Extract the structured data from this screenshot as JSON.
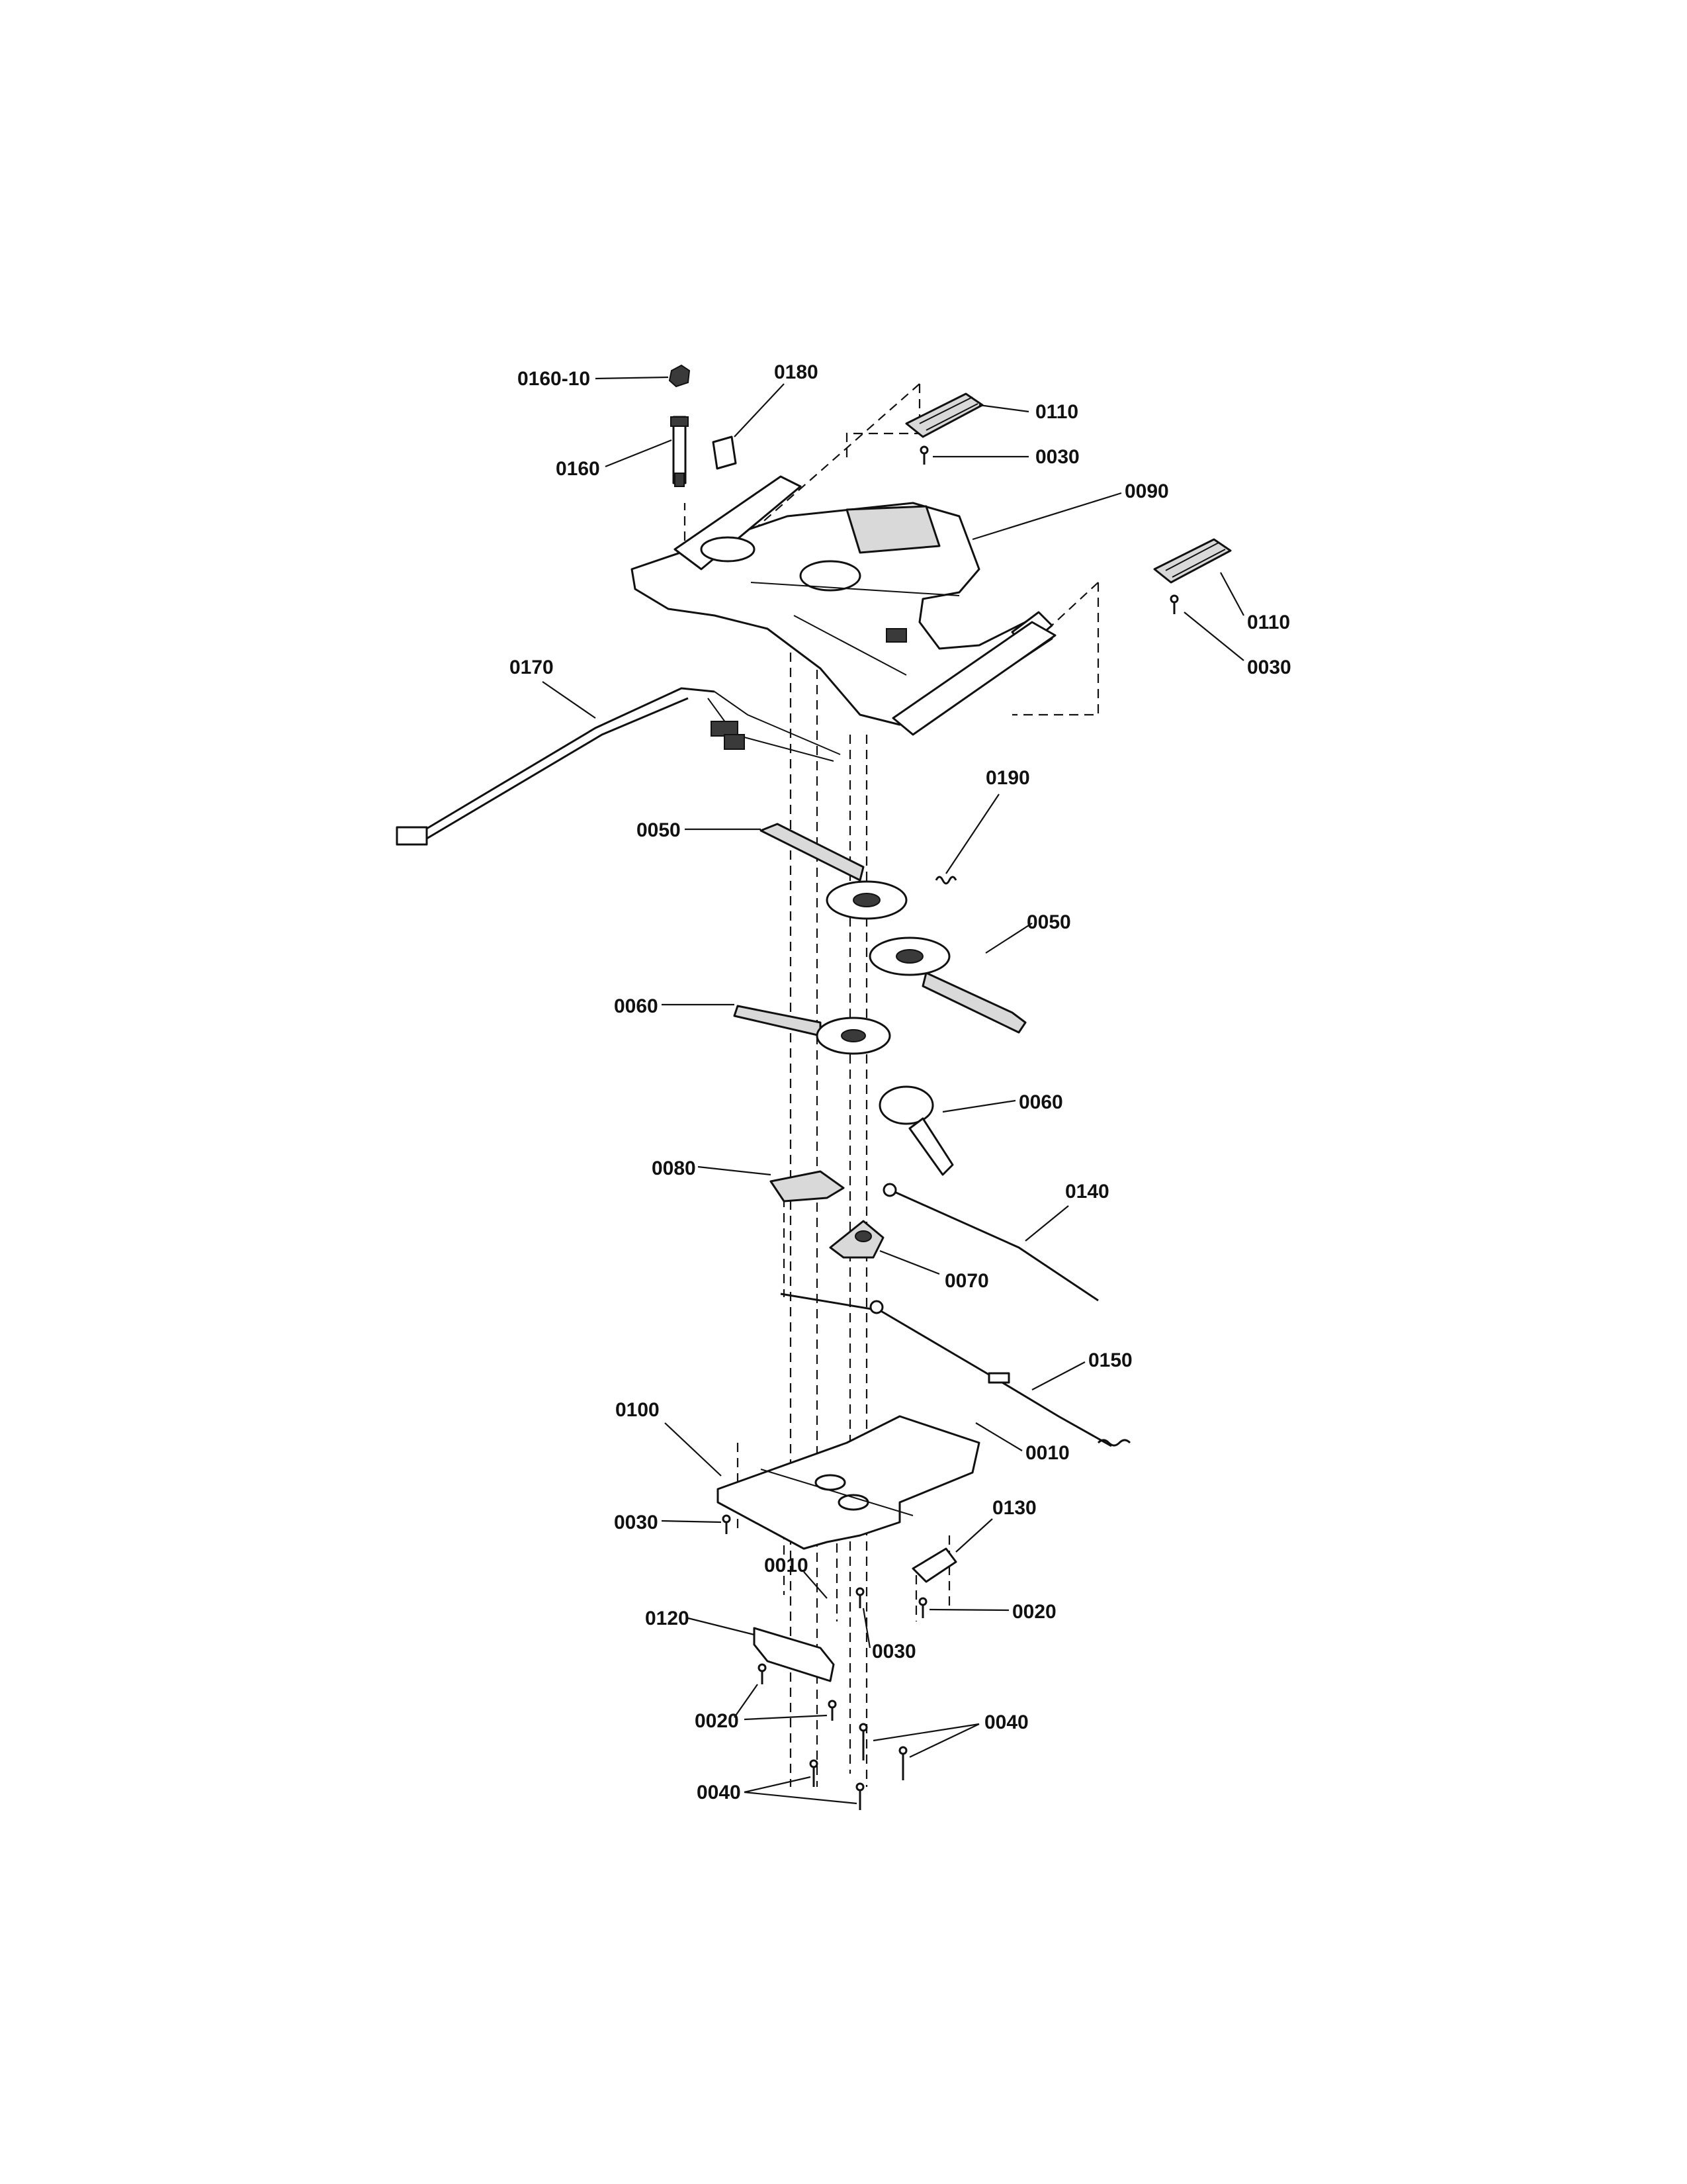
{
  "labels": [
    {
      "key": "l1",
      "text": "0160-10"
    },
    {
      "key": "l2",
      "text": "0180"
    },
    {
      "key": "l3",
      "text": "0110"
    },
    {
      "key": "l4",
      "text": "0030"
    },
    {
      "key": "l5",
      "text": "0160"
    },
    {
      "key": "l6",
      "text": "0090"
    },
    {
      "key": "l7",
      "text": "0110"
    },
    {
      "key": "l8",
      "text": "0030"
    },
    {
      "key": "l9",
      "text": "0170"
    },
    {
      "key": "l10",
      "text": "0190"
    },
    {
      "key": "l11",
      "text": "0050"
    },
    {
      "key": "l12",
      "text": "0050"
    },
    {
      "key": "l13",
      "text": "0060"
    },
    {
      "key": "l14",
      "text": "0060"
    },
    {
      "key": "l15",
      "text": "0140"
    },
    {
      "key": "l16",
      "text": "0080"
    },
    {
      "key": "l17",
      "text": "0070"
    },
    {
      "key": "l18",
      "text": "0150"
    },
    {
      "key": "l19",
      "text": "0100"
    },
    {
      "key": "l20",
      "text": "0010"
    },
    {
      "key": "l21",
      "text": "0130"
    },
    {
      "key": "l22",
      "text": "0030"
    },
    {
      "key": "l23",
      "text": "0010"
    },
    {
      "key": "l24",
      "text": "0020"
    },
    {
      "key": "l25",
      "text": "0120"
    },
    {
      "key": "l26",
      "text": "0030"
    },
    {
      "key": "l27",
      "text": "0020"
    },
    {
      "key": "l28",
      "text": "0040"
    },
    {
      "key": "l29",
      "text": "0040"
    }
  ]
}
